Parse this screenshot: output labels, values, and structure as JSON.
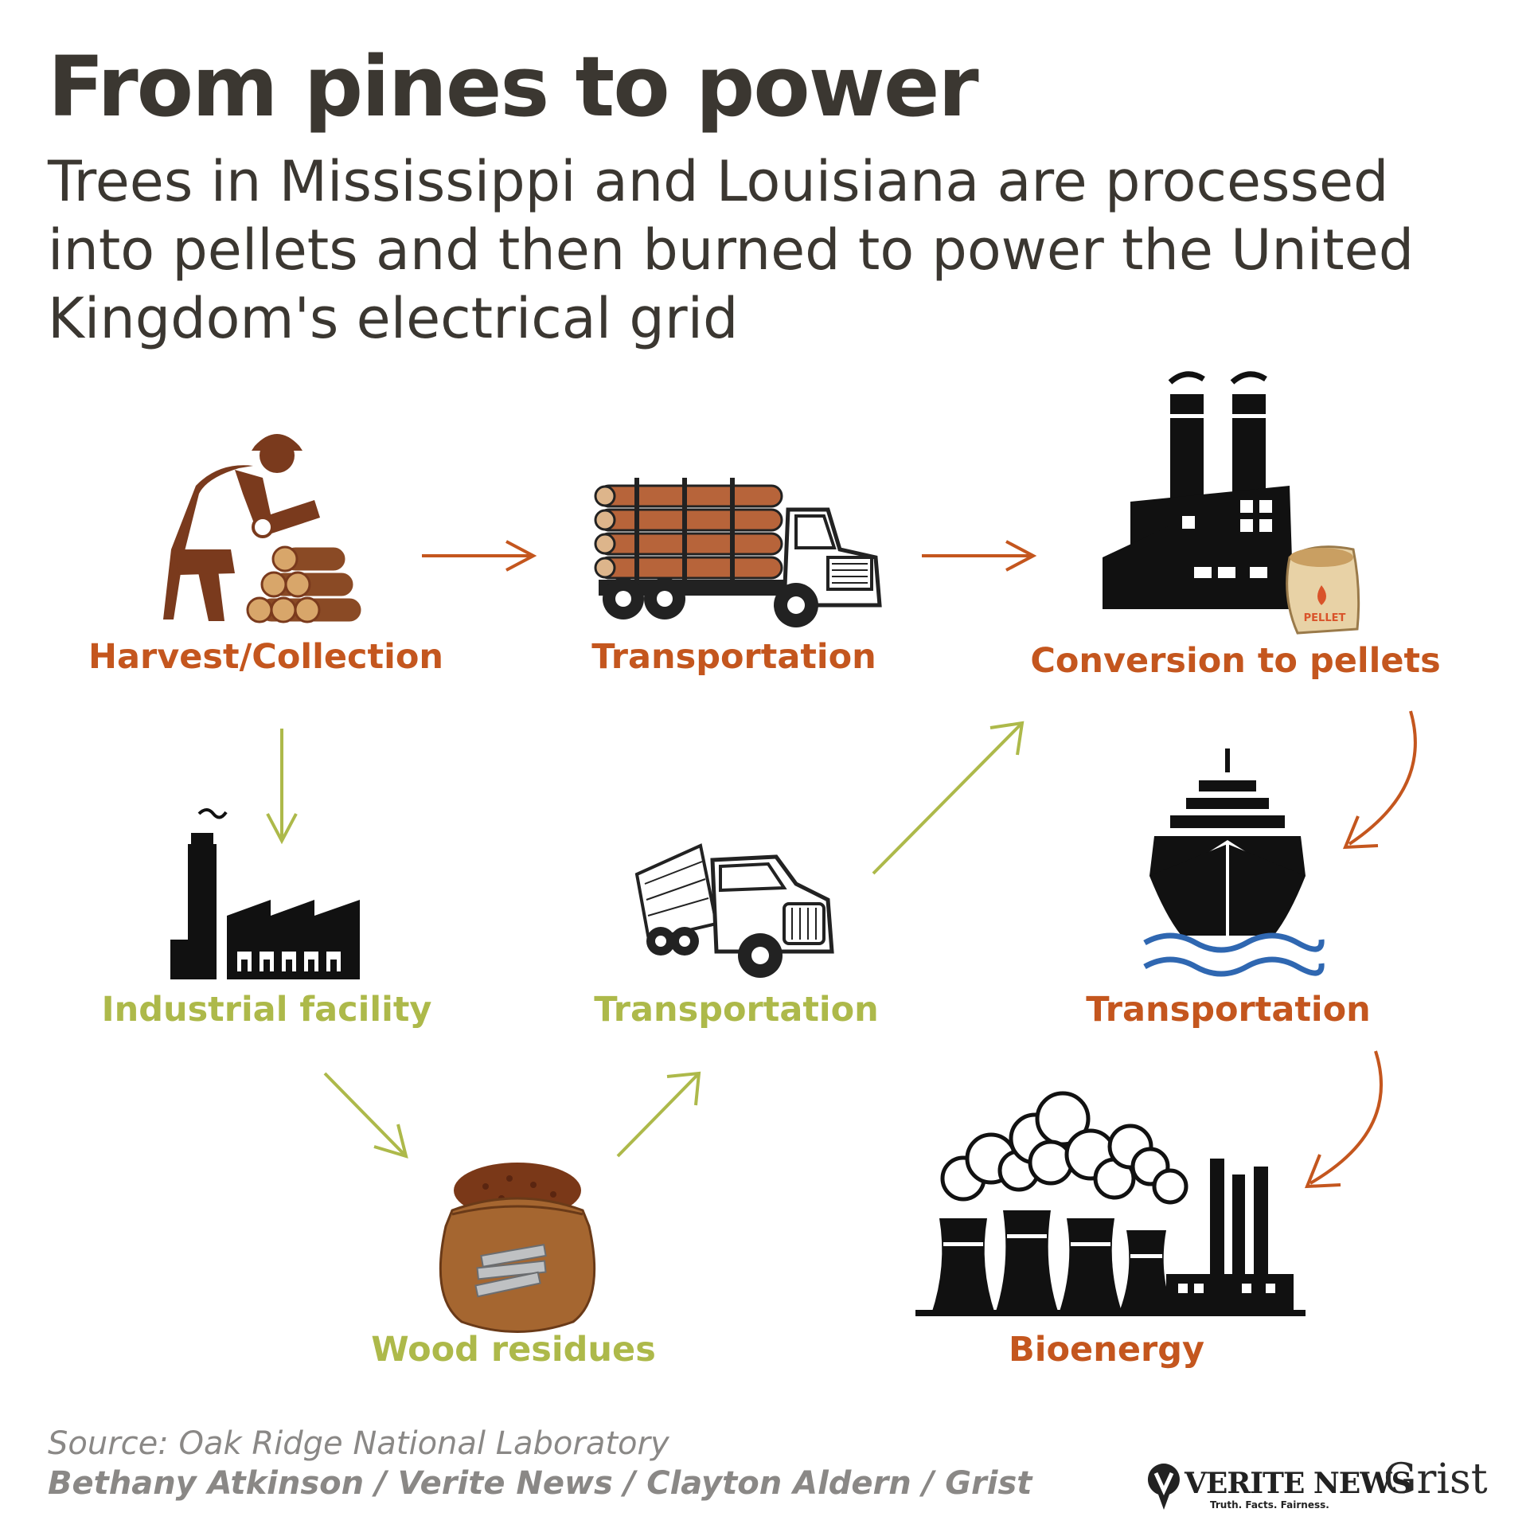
{
  "title": "From pines to power",
  "subtitle": "Trees in Mississippi and Louisiana are processed into pellets and then burned to power the United Kingdom's electrical grid",
  "colors": {
    "primary_path": "#c4561e",
    "residue_path": "#adb94a",
    "text": "#3b3731",
    "footer": "#8a8886"
  },
  "nodes": [
    {
      "id": "harvest",
      "label": "Harvest/Collection",
      "icon": "logger-with-logs-icon",
      "path": "primary"
    },
    {
      "id": "transport-logs",
      "label": "Transportation",
      "icon": "log-truck-icon",
      "path": "primary"
    },
    {
      "id": "conversion",
      "label": "Conversion to pellets",
      "icon": "pellet-factory-icon",
      "path": "primary"
    },
    {
      "id": "industrial",
      "label": "Industrial facility",
      "icon": "factory-icon",
      "path": "residue"
    },
    {
      "id": "transport-residue",
      "label": "Transportation",
      "icon": "box-truck-icon",
      "path": "residue"
    },
    {
      "id": "transport-ship",
      "label": "Transportation",
      "icon": "cargo-ship-icon",
      "path": "primary"
    },
    {
      "id": "residues",
      "label": "Wood residues",
      "icon": "sawdust-sack-icon",
      "path": "residue"
    },
    {
      "id": "bioenergy",
      "label": "Bioenergy",
      "icon": "power-plant-icon",
      "path": "primary"
    }
  ],
  "pellet_bag_text": "PELLET",
  "footer": {
    "source": "Source: Oak Ridge National Laboratory",
    "credit": "Bethany Atkinson / Verite News / Clayton Aldern / Grist",
    "logo_verite": "VERITE NEWS",
    "logo_verite_tagline": "Truth. Facts. Fairness.",
    "logo_grist": "Grist"
  }
}
